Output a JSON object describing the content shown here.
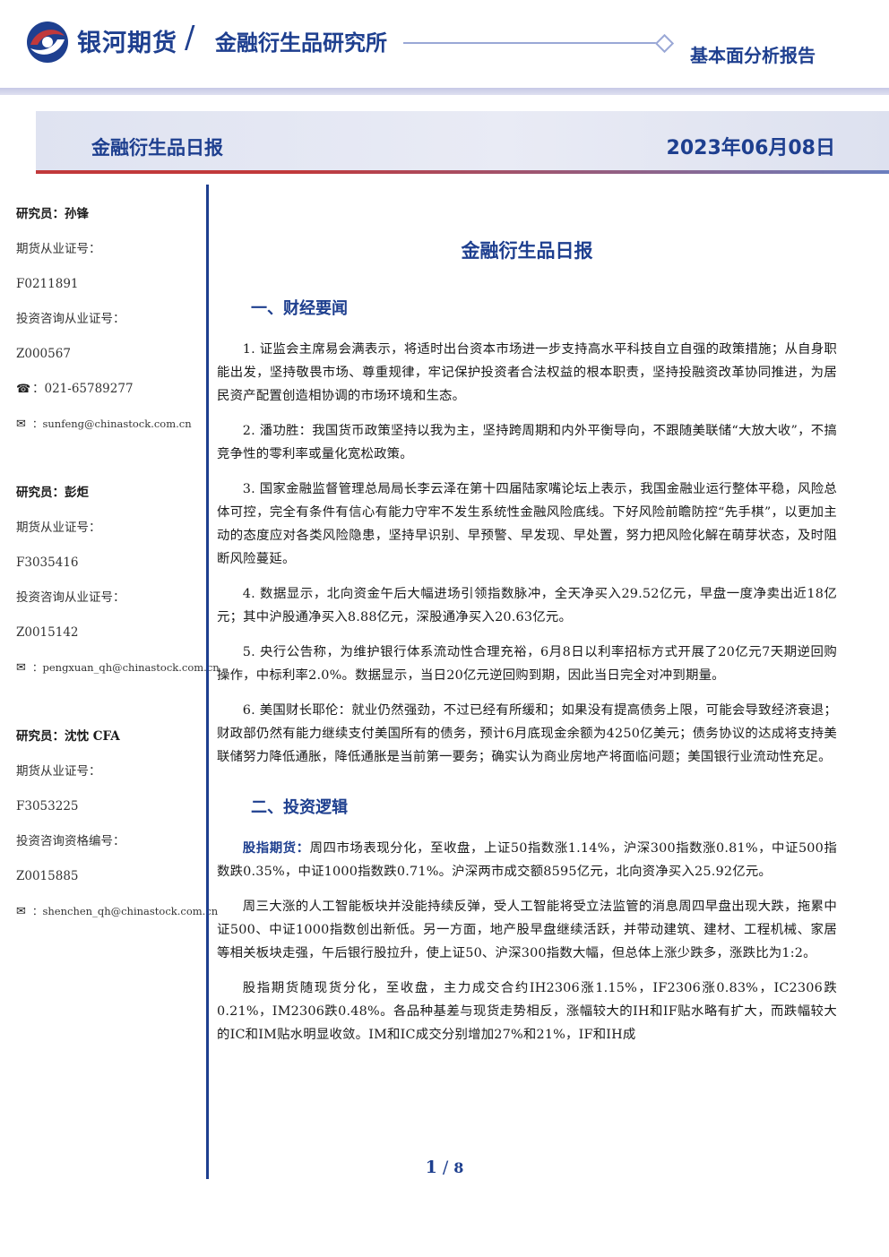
{
  "header": {
    "brand": "银河期货",
    "slash": "/",
    "institute": "金融衍生品研究所",
    "report_type": "基本面分析报告",
    "logo_icon": "galaxy-logo-icon",
    "colors": {
      "primary": "#1e3f8f",
      "accent": "#c1393b"
    }
  },
  "banner": {
    "title": "金融衍生品日报",
    "date": "2023年06月08日"
  },
  "sidebar": {
    "researchers": [
      {
        "name": "研究员：孙锋",
        "cert_label": "期货从业证号：",
        "cert_no": "F0211891",
        "consult_label": "投资咨询从业证号：",
        "consult_no": "Z000567",
        "phone_icon": "phone-icon",
        "phone": "：021-65789277",
        "email_icon": "mail-icon",
        "email": "：sunfeng@chinastock.com.cn"
      },
      {
        "name": "研究员：彭炬",
        "cert_label": "期货从业证号：",
        "cert_no": "F3035416",
        "consult_label": "投资咨询从业证号：",
        "consult_no": "Z0015142",
        "email_icon": "mail-icon",
        "email": "：pengxuan_qh@chinastock.com.cn"
      },
      {
        "name": "研究员：沈忱 CFA",
        "cert_label": "期货从业证号：",
        "cert_no": "F3053225",
        "consult_label": "投资咨询资格编号：",
        "consult_no": "Z0015885",
        "email_icon": "mail-icon",
        "email": "：shenchen_qh@chinastock.com.cn"
      }
    ]
  },
  "main": {
    "title": "金融衍生品日报",
    "section1": {
      "heading": "一、财经要闻",
      "paras": [
        "1. 证监会主席易会满表示，将适时出台资本市场进一步支持高水平科技自立自强的政策措施；从自身职能出发，坚持敬畏市场、尊重规律，牢记保护投资者合法权益的根本职责，坚持投融资改革协同推进，为居民资产配置创造相协调的市场环境和生态。",
        "2. 潘功胜：我国货币政策坚持以我为主，坚持跨周期和内外平衡导向，不跟随美联储“大放大收”，不搞竞争性的零利率或量化宽松政策。",
        "3. 国家金融监督管理总局局长李云泽在第十四届陆家嘴论坛上表示，我国金融业运行整体平稳，风险总体可控，完全有条件有信心有能力守牢不发生系统性金融风险底线。下好风险前瞻防控“先手棋”，以更加主动的态度应对各类风险隐患，坚持早识别、早预警、早发现、早处置，努力把风险化解在萌芽状态，及时阻断风险蔓延。",
        "4. 数据显示，北向资金午后大幅进场引领指数脉冲，全天净买入29.52亿元，早盘一度净卖出近18亿元；其中沪股通净买入8.88亿元，深股通净买入20.63亿元。",
        "5. 央行公告称，为维护银行体系流动性合理充裕，6月8日以利率招标方式开展了20亿元7天期逆回购操作，中标利率2.0%。数据显示，当日20亿元逆回购到期，因此当日完全对冲到期量。",
        "6. 美国财长耶伦：就业仍然强劲，不过已经有所缓和；如果没有提高债务上限，可能会导致经济衰退；财政部仍然有能力继续支付美国所有的债务，预计6月底现金余额为4250亿美元；债务协议的达成将支持美联储努力降低通胀，降低通胀是当前第一要务；确实认为商业房地产将面临问题；美国银行业流动性充足。"
      ]
    },
    "section2": {
      "heading": "二、投资逻辑",
      "lead": "股指期货：",
      "p1": "周四市场表现分化，至收盘，上证50指数涨1.14%，沪深300指数涨0.81%，中证500指数跌0.35%，中证1000指数跌0.71%。沪深两市成交额8595亿元，北向资净买入25.92亿元。",
      "p2": "周三大涨的人工智能板块并没能持续反弹，受人工智能将受立法监管的消息周四早盘出现大跌，拖累中证500、中证1000指数创出新低。另一方面，地产股早盘继续活跃，并带动建筑、建材、工程机械、家居等相关板块走强，午后银行股拉升，使上证50、沪深300指数大幅，但总体上涨少跌多，涨跌比为1:2。",
      "p3": "股指期货随现货分化，至收盘，主力成交合约IH2306涨1.15%，IF2306涨0.83%，IC2306跌0.21%，IM2306跌0.48%。各品种基差与现货走势相反，涨幅较大的IH和IF贴水略有扩大，而跌幅较大的IC和IM贴水明显收敛。IM和IC成交分别增加27%和21%，IF和IH成"
    }
  },
  "footer": {
    "page": "1",
    "sep": "/",
    "total": "8"
  }
}
